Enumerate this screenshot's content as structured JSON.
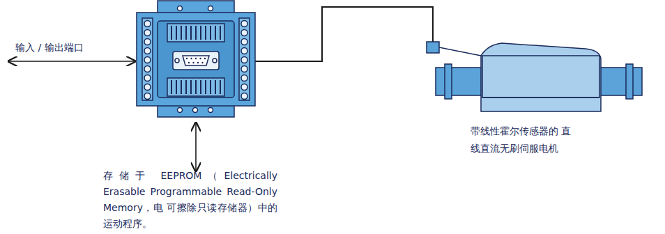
{
  "diagram": {
    "labels": [
      "输入 / 输出端口",
      "存储于 EEPROM（Electrically Erasable Programmable Read-Only Memory，电 可擦除只读存储器）中的运动程序。",
      "带线性霍尔传感器的 直线直流无刷伺服电机"
    ]
  }
}
